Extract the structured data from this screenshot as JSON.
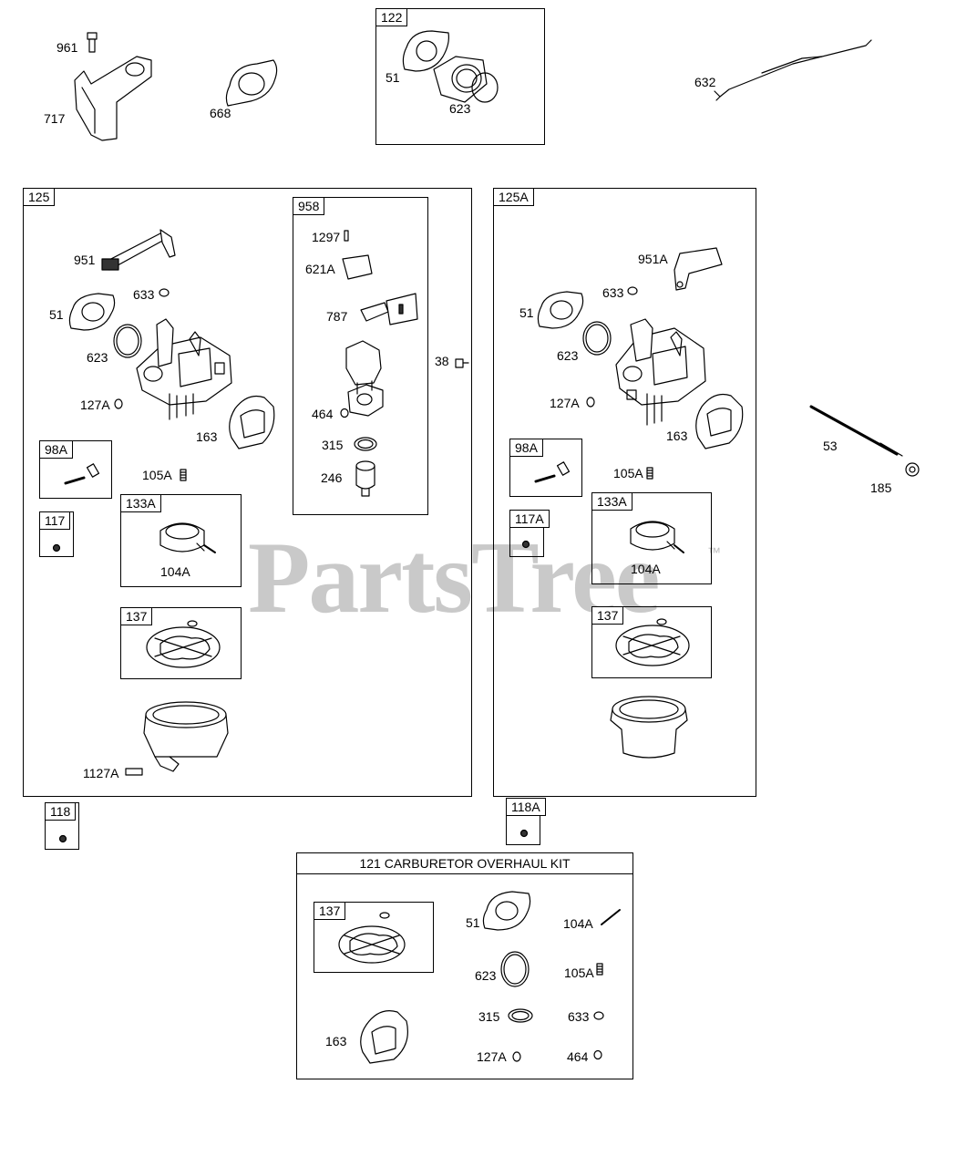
{
  "watermark": {
    "text": "PartsTree",
    "tm": "™"
  },
  "loose": {
    "l961": "961",
    "l717": "717",
    "l668": "668",
    "l632": "632",
    "l38": "38",
    "l53": "53",
    "l185": "185"
  },
  "box122": {
    "tag": "122",
    "l51": "51",
    "l623": "623"
  },
  "box125": {
    "tag": "125",
    "l951": "951",
    "l633": "633",
    "l51": "51",
    "l623": "623",
    "l127A": "127A",
    "l163": "163",
    "l105A": "105A",
    "l104A": "104A",
    "l1127A": "1127A",
    "sub98A": "98A",
    "sub117": "117",
    "sub133A": "133A",
    "sub137": "137"
  },
  "box958": {
    "tag": "958",
    "l1297": "1297",
    "l621A": "621A",
    "l787": "787",
    "l464": "464",
    "l315": "315",
    "l246": "246"
  },
  "box125A": {
    "tag": "125A",
    "l951A": "951A",
    "l633": "633",
    "l51": "51",
    "l623": "623",
    "l127A": "127A",
    "l163": "163",
    "l105A": "105A",
    "l104A": "104A",
    "sub98A": "98A",
    "sub117A": "117A",
    "sub133A": "133A",
    "sub137": "137"
  },
  "box118": "118",
  "box118A": "118A",
  "kit121": {
    "title": "121 CARBURETOR OVERHAUL KIT",
    "sub137": "137",
    "l51": "51",
    "l104A": "104A",
    "l623": "623",
    "l105A": "105A",
    "l315": "315",
    "l633": "633",
    "l163": "163",
    "l127A": "127A",
    "l464": "464"
  }
}
